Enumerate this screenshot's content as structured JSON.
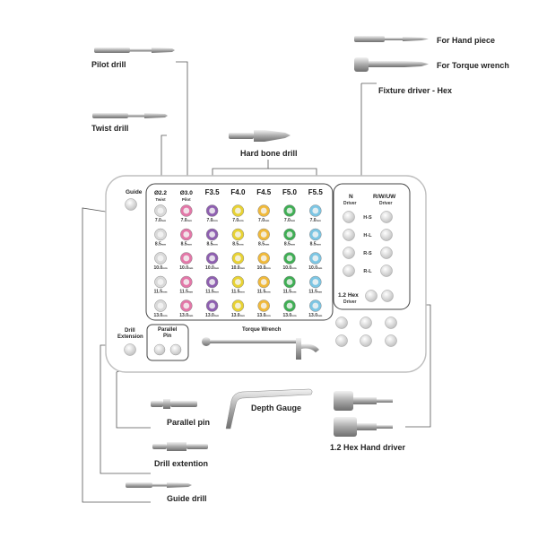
{
  "labels": {
    "hand_piece": "For Hand piece",
    "torque_wrench_for": "For Torque wrench",
    "fixture_driver": "Fixture driver - Hex",
    "pilot_drill": "Pilot drill",
    "twist_drill": "Twist drill",
    "hard_bone_drill": "Hard bone drill",
    "parallel_pin": "Parallel pin",
    "depth_gauge": "Depth Gauge",
    "drill_extention": "Drill extention",
    "guide_drill": "Guide drill",
    "hex_hand_driver": "1.2 Hex Hand driver"
  },
  "tray": {
    "guide": "Guide",
    "drill_extension_line1": "Drill",
    "drill_extension_line2": "Extension",
    "parallel_pin_line1": "Parallel",
    "parallel_pin_line2": "Pin",
    "torque_wrench": "Torque Wrench",
    "columns": [
      {
        "title": "Ø2.2",
        "sub": "Twist",
        "color": "#d9d9d9"
      },
      {
        "title": "Ø3.0",
        "sub": "Pilot",
        "color": "#e377a8"
      },
      {
        "title": "F3.5",
        "sub": "",
        "color": "#8e5fb0"
      },
      {
        "title": "F4.0",
        "sub": "",
        "color": "#e8d233"
      },
      {
        "title": "F4.5",
        "sub": "",
        "color": "#f0b93a"
      },
      {
        "title": "F5.0",
        "sub": "",
        "color": "#3fae54"
      },
      {
        "title": "F5.5",
        "sub": "",
        "color": "#7cc6e4"
      }
    ],
    "rows": [
      "7.0",
      "8.5",
      "10.0",
      "11.5",
      "13.0"
    ],
    "unit": "mm",
    "driver_panel": {
      "n_line1": "N",
      "n_line2": "Driver",
      "rw_line1": "R/W/UW",
      "rw_line2": "Driver",
      "sizes": [
        "H-S",
        "H-L",
        "R-S",
        "R-L"
      ],
      "hex_line1": "1.2 Hex",
      "hex_line2": "Driver"
    }
  }
}
